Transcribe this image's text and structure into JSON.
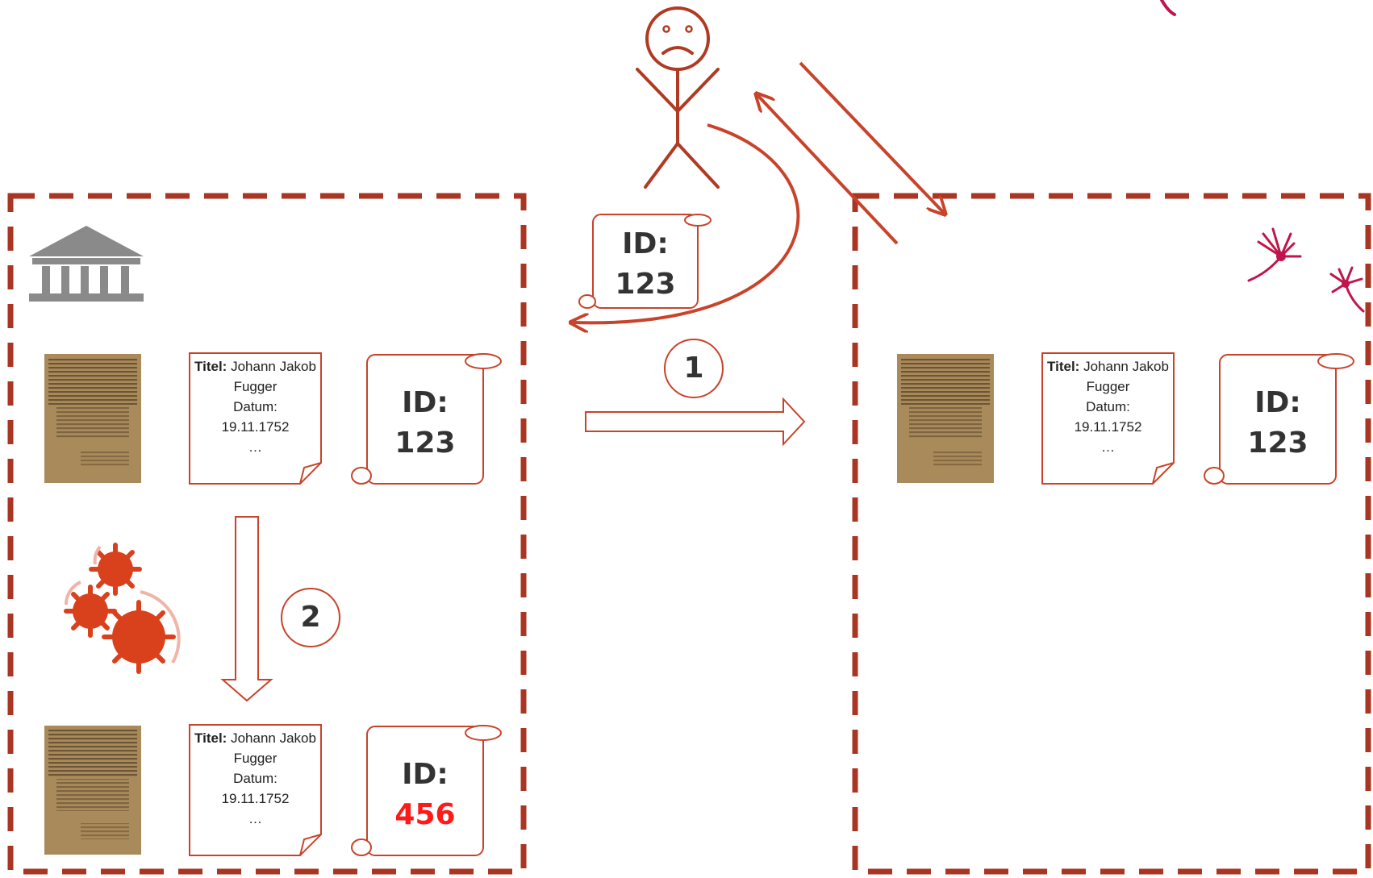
{
  "left_repository": {
    "original_record": {
      "metadata": {
        "title_label": "Titel:",
        "title_value": "Johann Jakob Fugger",
        "date_label": "Datum:",
        "date_value": "19.11.1752",
        "more": "…"
      },
      "identifier": {
        "label": "ID:",
        "value": "123"
      }
    },
    "migrated_record": {
      "metadata": {
        "title_label": "Titel:",
        "title_value": "Johann Jakob Fugger",
        "date_label": "Datum:",
        "date_value": "19.11.1752",
        "more": "…"
      },
      "identifier": {
        "label": "ID:",
        "value": "456"
      }
    },
    "step_label": "2"
  },
  "right_repository": {
    "copied_record": {
      "metadata": {
        "title_label": "Titel:",
        "title_value": "Johann Jakob Fugger",
        "date_label": "Datum:",
        "date_value": "19.11.1752",
        "more": "…"
      },
      "identifier": {
        "label": "ID:",
        "value": "123"
      }
    }
  },
  "user_request": {
    "identifier": {
      "label": "ID:",
      "value": "123"
    }
  },
  "transfer_step_label": "1",
  "colors": {
    "border": "#a93622",
    "accent": "#c8432a",
    "gear": "#d9401c",
    "gear_arc": "#f0b4a8",
    "new_id": "#ff1a1a",
    "logo": "#c0144b",
    "institution_icon": "#8a8a8a",
    "scan_paper": "#a98a5a"
  },
  "icons": [
    "institution-icon",
    "sad-user-icon",
    "gears-icon",
    "dandelion-logo-icon",
    "document-scan-icon"
  ]
}
